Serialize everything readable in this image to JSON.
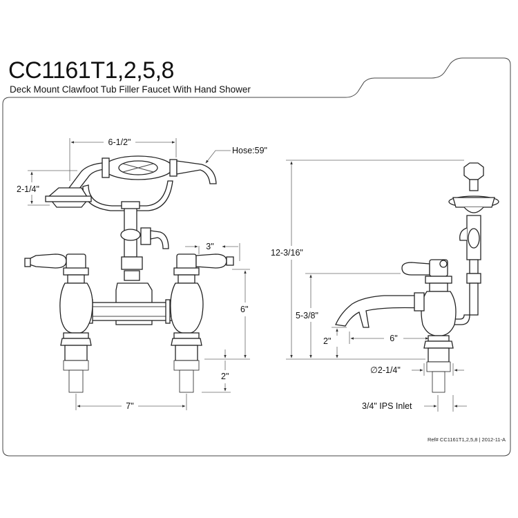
{
  "header": {
    "model": "CC1161T1,2,5,8",
    "description": "Deck Mount Clawfoot Tub Filler Faucet With Hand Shower"
  },
  "front_view": {
    "dim_handshower_width": "6-1/2\"",
    "dim_hose": "Hose:59\"",
    "dim_handshower_height": "2-1/4\"",
    "dim_handle_width": "3\"",
    "dim_body_height": "6\"",
    "dim_shank": "2\"",
    "dim_center_spread": "7\""
  },
  "side_view": {
    "dim_total_height": "12-3/16\"",
    "dim_spout_height": "5-3/8\"",
    "dim_spout_clearance": "2\"",
    "dim_spout_reach": "6\"",
    "dim_diameter": "∅2-1/4\"",
    "dim_inlet": "3/4\" IPS Inlet"
  },
  "footer": {
    "reference": "Ref# CC1161T1,2,5,8 | 2012-11-A"
  }
}
